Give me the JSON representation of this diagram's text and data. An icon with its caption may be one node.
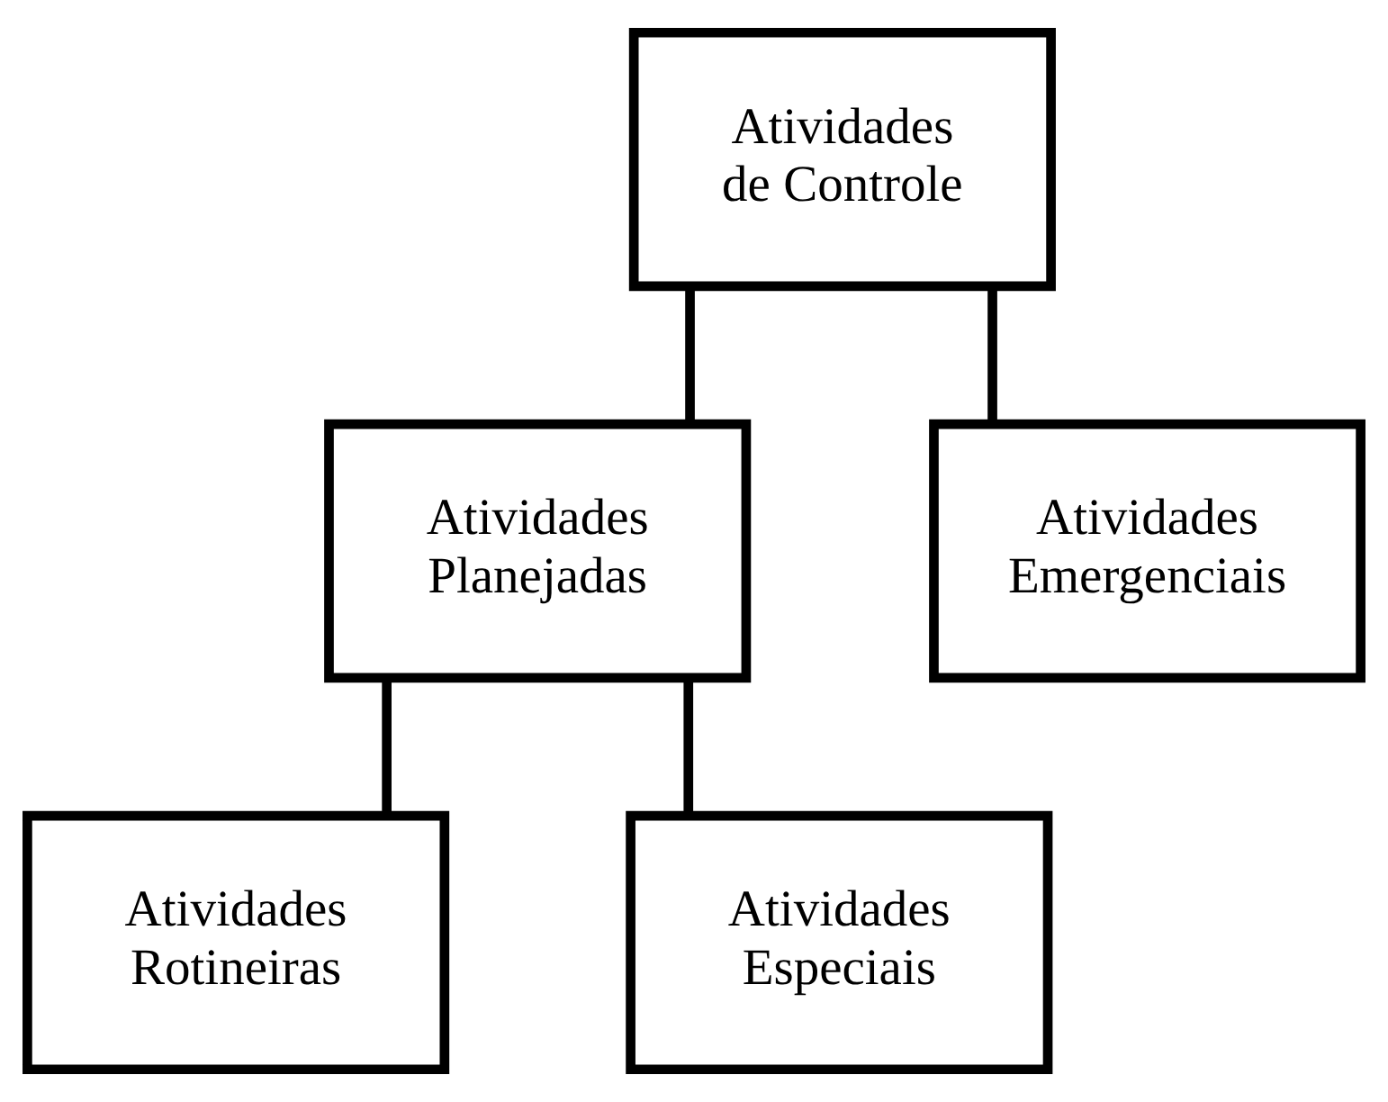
{
  "diagram": {
    "nodes": [
      {
        "text": [
          "Atividades de Controle"
        ]
      },
      {
        "text": [
          "Atividades Planejadas"
        ]
      },
      {
        "text": [
          "Atividades Emergenciais"
        ]
      },
      {
        "text": [
          "Atividades Rotineiras"
        ]
      },
      {
        "text": [
          "Atividades Especiais"
        ]
      }
    ],
    "edges": [
      {
        "from": 0,
        "to": 1,
        "arrow": "none"
      },
      {
        "from": 0,
        "to": 2,
        "arrow": "none"
      },
      {
        "from": 1,
        "to": 3,
        "arrow": "none"
      },
      {
        "from": 1,
        "to": 4,
        "arrow": "none"
      }
    ]
  }
}
